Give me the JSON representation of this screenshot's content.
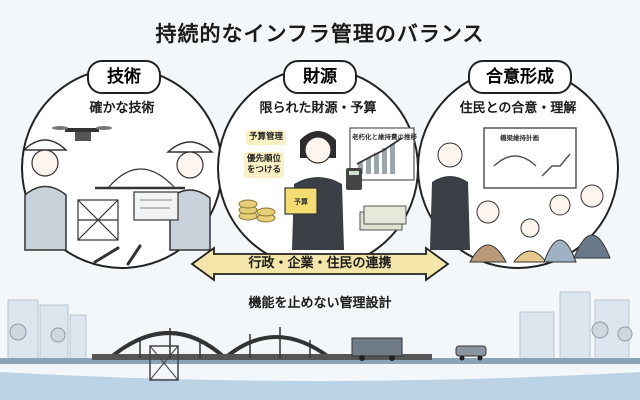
{
  "title": "持続的なインフラ管理のバランス",
  "circles": [
    {
      "heading": "技術",
      "subtitle": "確かな技術"
    },
    {
      "heading": "財源",
      "subtitle": "限られた財源・予算"
    },
    {
      "heading": "合意形成",
      "subtitle": "住民との合意・理解"
    }
  ],
  "finance": {
    "note_budget": "予算管理",
    "note_priority_1": "優先順位",
    "note_priority_2": "をつける",
    "board_title": "老朽化と維持費の推移",
    "book_label": "予算"
  },
  "consensus": {
    "board_title": "橋梁維持計画"
  },
  "center_banner": "行政・企業・住民の連携",
  "bottom_label": "機能を止めない管理設計",
  "colors": {
    "accent_yellow": "#f3e6a8",
    "sky": "#dcebf7",
    "stroke": "#222222"
  }
}
